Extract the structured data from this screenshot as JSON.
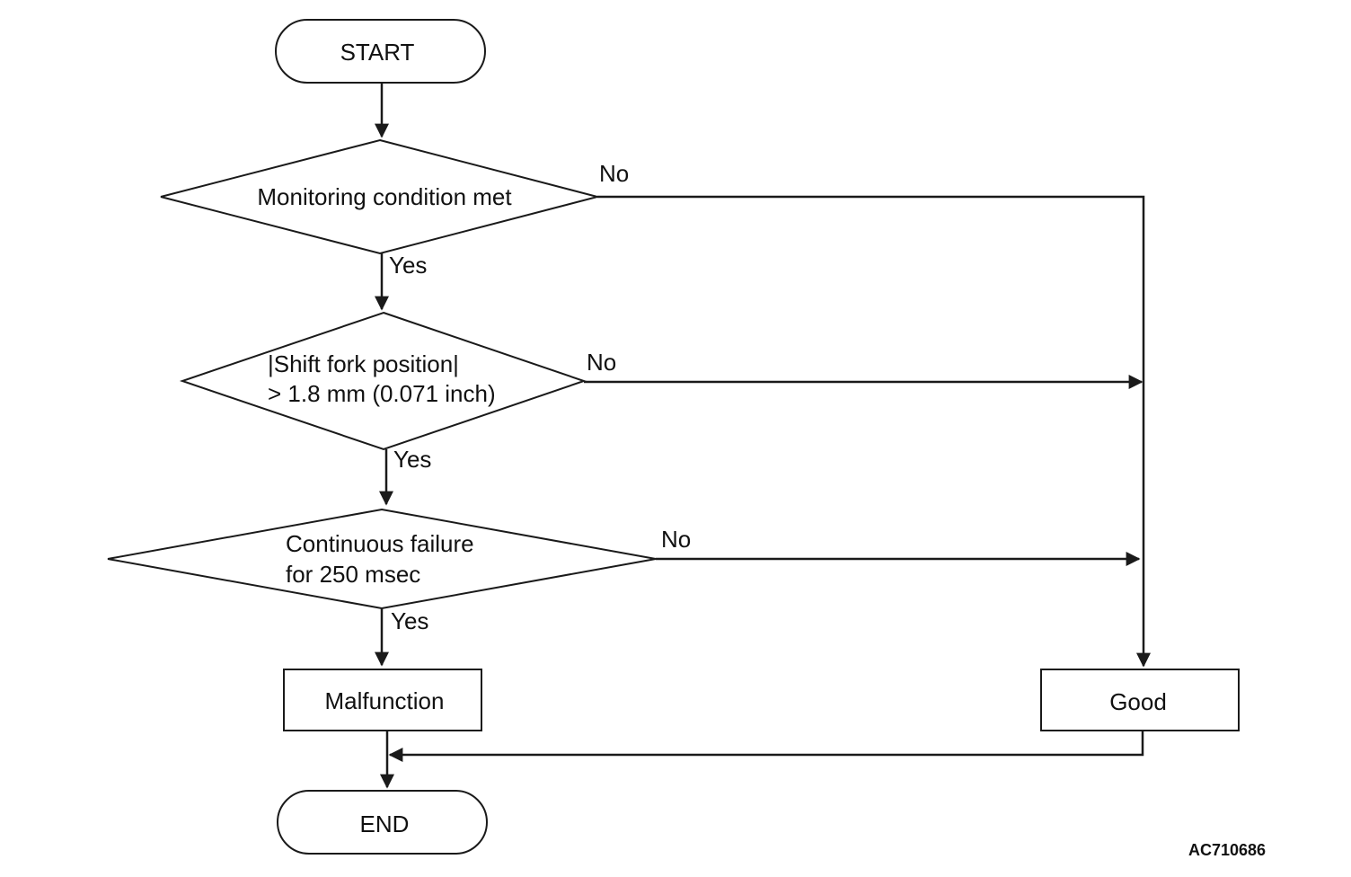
{
  "nodes": {
    "start": "START",
    "decision1": "Monitoring condition met",
    "decision2_line1": "|Shift fork position|",
    "decision2_line2": "> 1.8 mm (0.071 inch)",
    "decision3_line1": "Continuous failure",
    "decision3_line2": "for 250 msec",
    "malfunction": "Malfunction",
    "good": "Good",
    "end": "END"
  },
  "branches": {
    "d1_yes": "Yes",
    "d1_no": "No",
    "d2_yes": "Yes",
    "d2_no": "No",
    "d3_yes": "Yes",
    "d3_no": "No"
  },
  "figure_id": "AC710686"
}
